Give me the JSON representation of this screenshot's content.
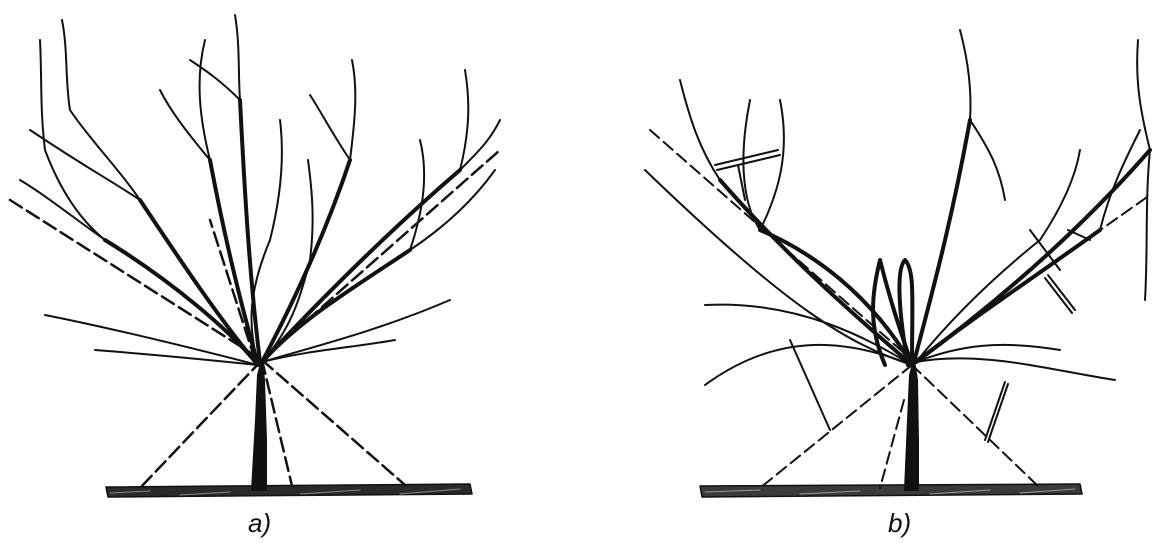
{
  "figure": {
    "panels": [
      {
        "id": "a",
        "caption": "a)"
      },
      {
        "id": "b",
        "caption": "b)"
      }
    ]
  },
  "colors": {
    "ink": "#111111",
    "background": "#ffffff"
  }
}
